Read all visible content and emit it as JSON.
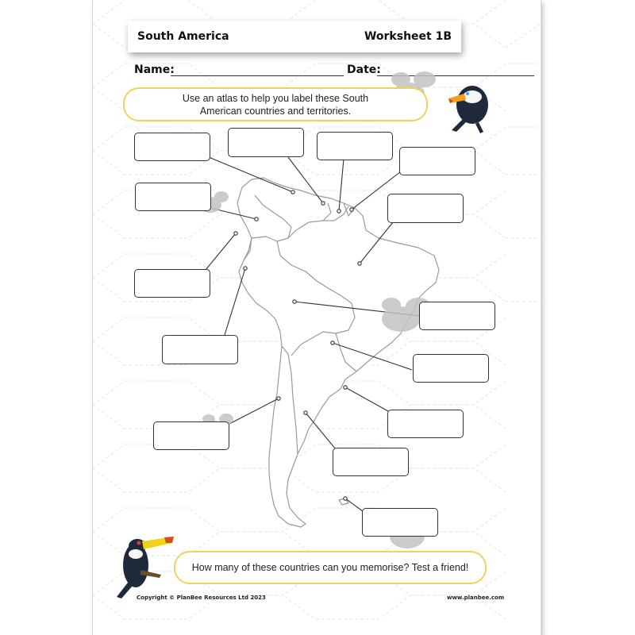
{
  "header": {
    "title": "South America",
    "worksheet": "Worksheet 1B"
  },
  "form": {
    "name_label": "Name:",
    "date_label": "Date:"
  },
  "instructions": "Use an atlas to help you label these South American countries and territories.",
  "prompt": "How many of these countries can you memorise? Test a friend!",
  "footer": {
    "copyright": "Copyright © PlanBee Resources Ltd 2023",
    "website": "www.planbee.com"
  },
  "colors": {
    "bubble_border": "#f0d25a",
    "box_border": "#333333",
    "map_outline": "#9a9a9a"
  },
  "icons": [
    "toucan-icon",
    "bee-watermark-icon"
  ]
}
